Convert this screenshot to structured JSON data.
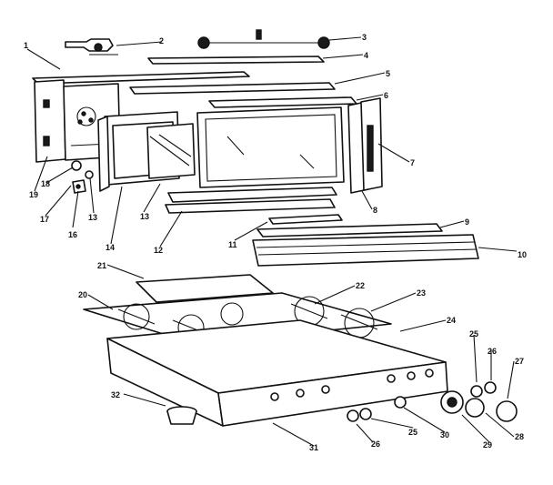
{
  "diagram": {
    "callouts": [
      "1",
      "2",
      "3",
      "4",
      "5",
      "6",
      "7",
      "8",
      "9",
      "10",
      "11",
      "12",
      "13",
      "13",
      "14",
      "16",
      "17",
      "18",
      "19",
      "20",
      "21",
      "22",
      "23",
      "24",
      "25",
      "25",
      "26",
      "26",
      "27",
      "28",
      "29",
      "30",
      "31",
      "32"
    ]
  }
}
